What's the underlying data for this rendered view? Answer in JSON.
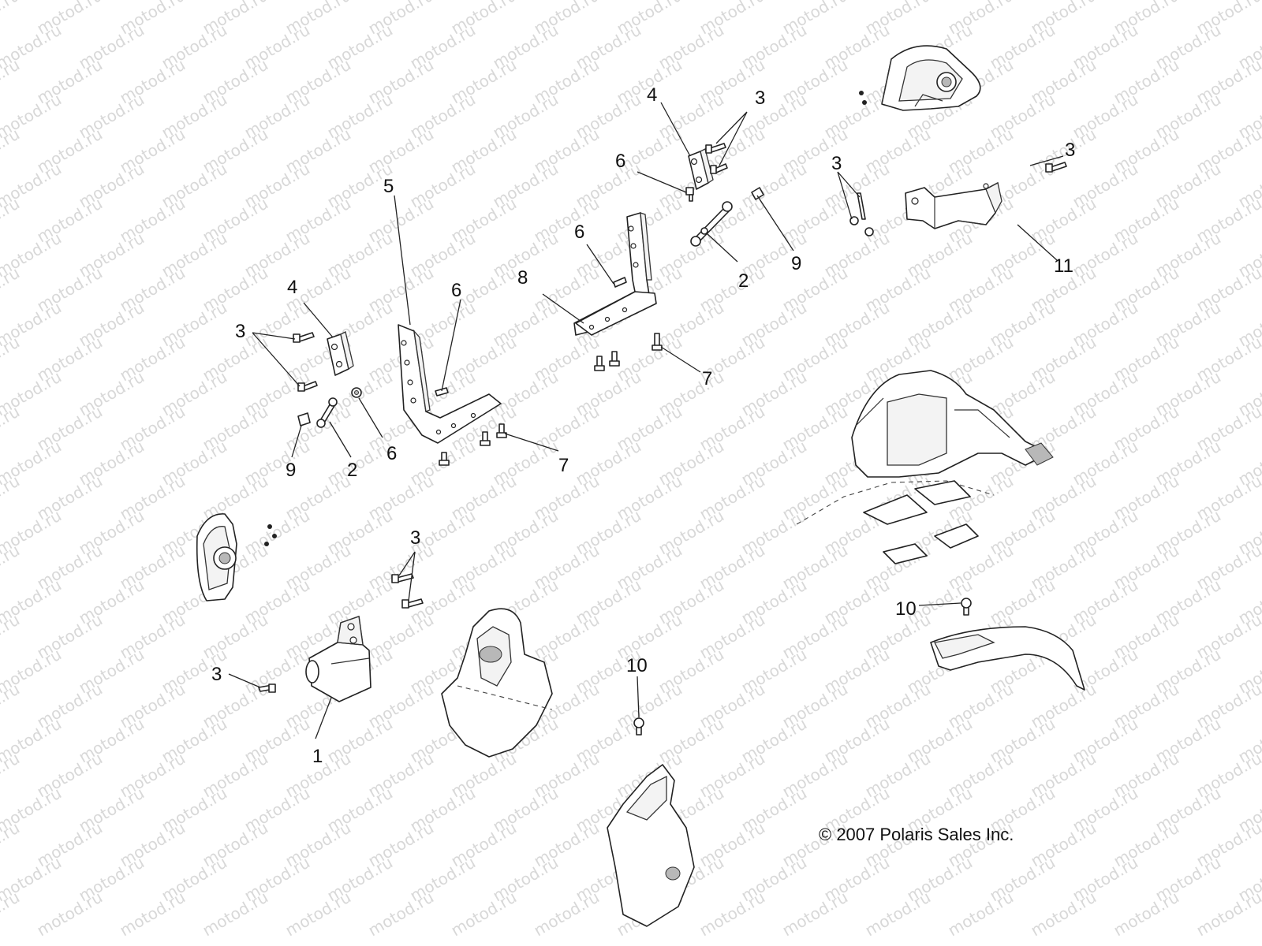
{
  "watermark": {
    "text": "motod.ru"
  },
  "copyright": "© 2007 Polaris Sales Inc.",
  "callouts": {
    "c1": "1",
    "c2a": "2",
    "c2b": "2",
    "c3a": "3",
    "c3b": "3",
    "c3c": "3",
    "c3d": "3",
    "c3e": "3",
    "c3f": "3",
    "c4a": "4",
    "c4b": "4",
    "c5": "5",
    "c6a": "6",
    "c6b": "6",
    "c6c": "6",
    "c6d": "6",
    "c7a": "7",
    "c7b": "7",
    "c8": "8",
    "c9a": "9",
    "c9b": "9",
    "c10a": "10",
    "c10b": "10",
    "c11": "11"
  }
}
